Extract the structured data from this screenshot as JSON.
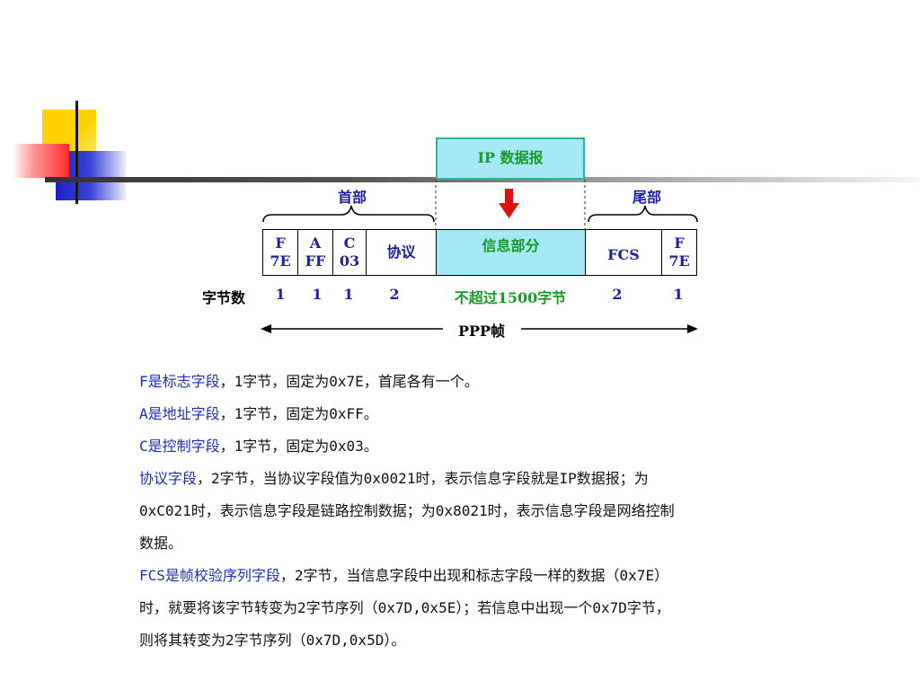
{
  "diagram": {
    "ip_datagram_label": "IP 数据报",
    "header_label": "首部",
    "trailer_label": "尾部",
    "fields": {
      "f1": {
        "top": "F",
        "bottom": "7E"
      },
      "a": {
        "top": "A",
        "bottom": "FF"
      },
      "c": {
        "top": "C",
        "bottom": "03"
      },
      "protocol": "协议",
      "info": "信息部分",
      "fcs": "FCS",
      "f2": {
        "top": "F",
        "bottom": "7E"
      }
    },
    "byte_count_label": "字节数",
    "byte_counts": {
      "f1": "1",
      "a": "1",
      "c": "1",
      "protocol": "2",
      "info": "不超过1500字节",
      "fcs": "2",
      "f2": "1"
    },
    "frame_label": "PPP帧"
  },
  "text": {
    "p1_hl": "F是标志字段",
    "p1_rest": "，1字节，固定为0x7E，首尾各有一个。",
    "p2_hl": "A是地址字段",
    "p2_rest": "，1字节，固定为0xFF。",
    "p3_hl": "C是控制字段",
    "p3_rest": "，1字节，固定为0x03。",
    "p4_hl": "协议字段",
    "p4_rest": "，2字节，当协议字段值为0x0021时，表示信息字段就是IP数据报；为",
    "p4_line2": "0xC021时，表示信息字段是链路控制数据；为0x8021时，表示信息字段是网络控制",
    "p4_line3": "数据。",
    "p5_hl": "FCS是帧校验序列字段",
    "p5_rest": "，2字节，当信息字段中出现和标志字段一样的数据（0x7E）",
    "p5_line2": "时，就要将该字节转变为2字节序列（0x7D,0x5E）；若信息中出现一个0x7D字节，",
    "p5_line3": "则将其转变为2字节序列（0x7D,0x5D）。"
  }
}
